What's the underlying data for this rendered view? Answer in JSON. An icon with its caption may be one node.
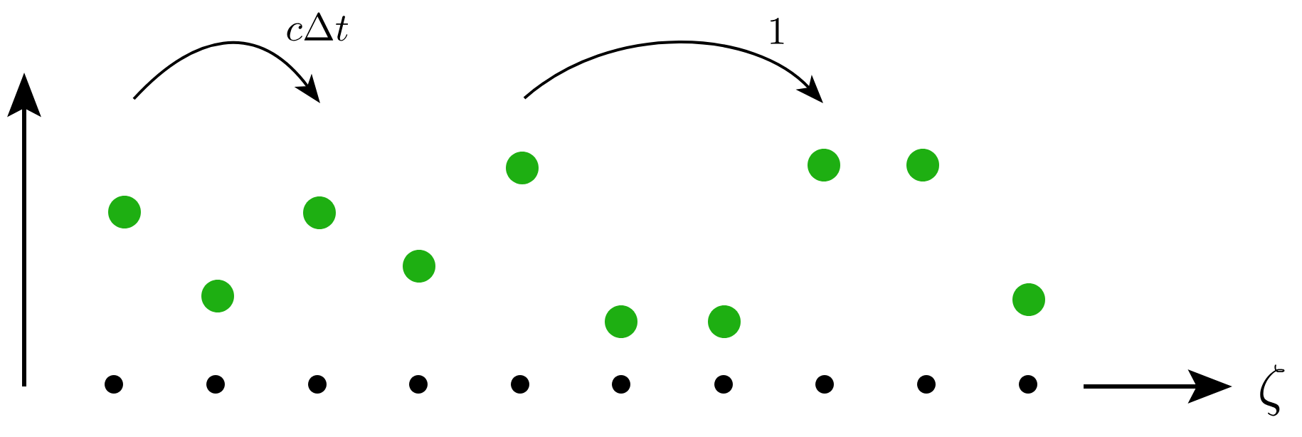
{
  "diagram": {
    "nodes": [
      {
        "text": [],
        "shape": "circle"
      },
      {
        "text": [],
        "shape": "circle"
      },
      {
        "text": [],
        "shape": "circle"
      },
      {
        "text": [],
        "shape": "circle"
      },
      {
        "text": [],
        "shape": "circle"
      },
      {
        "text": [],
        "shape": "circle"
      },
      {
        "text": [],
        "shape": "circle"
      },
      {
        "text": [],
        "shape": "circle"
      },
      {
        "text": [],
        "shape": "circle"
      },
      {
        "text": [],
        "shape": "circle"
      },
      {
        "text": [],
        "shape": "circle"
      },
      {
        "text": [],
        "shape": "circle"
      },
      {
        "text": [],
        "shape": "circle"
      },
      {
        "text": [],
        "shape": "circle"
      },
      {
        "text": [],
        "shape": "circle"
      },
      {
        "text": [],
        "shape": "circle"
      },
      {
        "text": [],
        "shape": "circle"
      },
      {
        "text": [],
        "shape": "circle"
      },
      {
        "text": [],
        "shape": "circle"
      },
      {
        "text": [],
        "shape": "circle"
      }
    ],
    "labels": [
      "c\\Delta t",
      "1",
      "\\zeta"
    ]
  }
}
